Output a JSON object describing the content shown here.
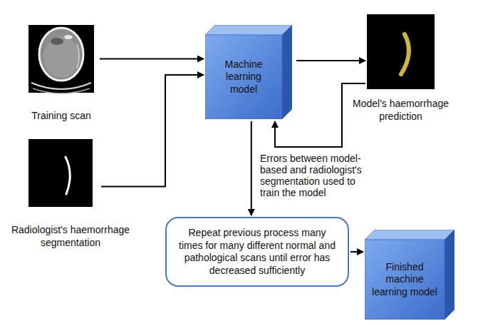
{
  "diagram": {
    "nodes": [
      {
        "text": [
          "Training scan"
        ]
      },
      {
        "text": [
          "Machine learning model"
        ]
      },
      {
        "text": [
          "Model's haemorrhage prediction"
        ]
      },
      {
        "text": [
          "Radiologist's haemorrhage segmentation"
        ]
      },
      {
        "text": [
          "Repeat previous process many times for many different normal and pathological scans until error has decreased sufficiently"
        ]
      },
      {
        "text": [
          "Finished machine learning model"
        ]
      }
    ],
    "edges": [
      {
        "from": 0,
        "to": 1,
        "arrow": "to"
      },
      {
        "from": 3,
        "to": 1,
        "arrow": "to"
      },
      {
        "from": 1,
        "to": 2,
        "arrow": "to"
      },
      {
        "from": 2,
        "to": 1,
        "arrow": "to",
        "label": "Errors between model-based and radiologist's segmentation used to train the model"
      },
      {
        "from": 1,
        "to": 4,
        "arrow": "to"
      },
      {
        "from": 4,
        "to": 5,
        "arrow": "to"
      }
    ]
  }
}
